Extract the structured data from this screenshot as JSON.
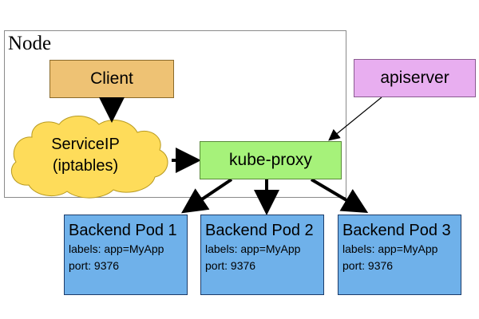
{
  "node": {
    "label": "Node"
  },
  "client": {
    "label": "Client"
  },
  "service_ip": {
    "line1": "ServiceIP",
    "line2": "(iptables)"
  },
  "kube_proxy": {
    "label": "kube-proxy"
  },
  "apiserver": {
    "label": "apiserver"
  },
  "pods": [
    {
      "title": "Backend Pod 1",
      "labels": "labels: app=MyApp",
      "port": "port: 9376"
    },
    {
      "title": "Backend Pod 2",
      "labels": "labels: app=MyApp",
      "port": "port: 9376"
    },
    {
      "title": "Backend Pod 3",
      "labels": "labels: app=MyApp",
      "port": "port: 9376"
    }
  ],
  "colors": {
    "client": "#eec274",
    "service_ip_cloud": "#fedc5a",
    "kube_proxy": "#a6f27a",
    "apiserver": "#e8aef0",
    "pod": "#6fb1ea"
  }
}
